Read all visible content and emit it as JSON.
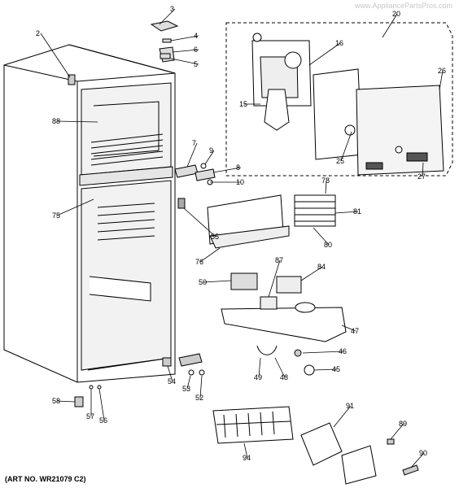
{
  "header": {
    "watermark": "www.AppliancePartsPros.com"
  },
  "footer": {
    "art_number": "(ART NO. WR21079 C2)"
  },
  "diagram": {
    "part_labels": [
      "2",
      "3",
      "4",
      "6",
      "5",
      "20",
      "16",
      "26",
      "15",
      "88",
      "25",
      "27",
      "7",
      "9",
      "8",
      "10",
      "78",
      "81",
      "75",
      "55",
      "80",
      "76",
      "87",
      "84",
      "50",
      "47",
      "46",
      "45",
      "49",
      "48",
      "54",
      "53",
      "52",
      "58",
      "57",
      "56",
      "91",
      "89",
      "94",
      "90"
    ]
  },
  "colors": {
    "line": "#000000",
    "paper": "#ffffff",
    "shade": "#d9d9d9",
    "dark": "#555555"
  }
}
